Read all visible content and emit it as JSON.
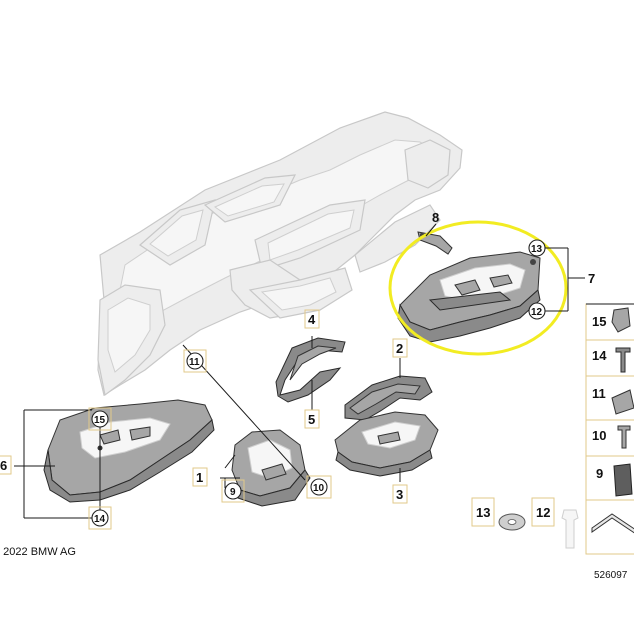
{
  "labels": {
    "n1": "1",
    "n2": "2",
    "n3": "3",
    "n4": "4",
    "n5": "5",
    "n6": "6",
    "n7": "7",
    "n8": "8",
    "n9": "9",
    "c9": "9",
    "c10": "10",
    "c11": "11",
    "c12": "12",
    "c13": "13",
    "c14": "14",
    "c15": "15",
    "legend": [
      "15",
      "14",
      "11",
      "10",
      "9"
    ],
    "bottom": [
      "13",
      "12"
    ]
  },
  "copyright": "© 2022 BMW AG",
  "doc_number": "526097",
  "highlight_color": "#f2ec22"
}
